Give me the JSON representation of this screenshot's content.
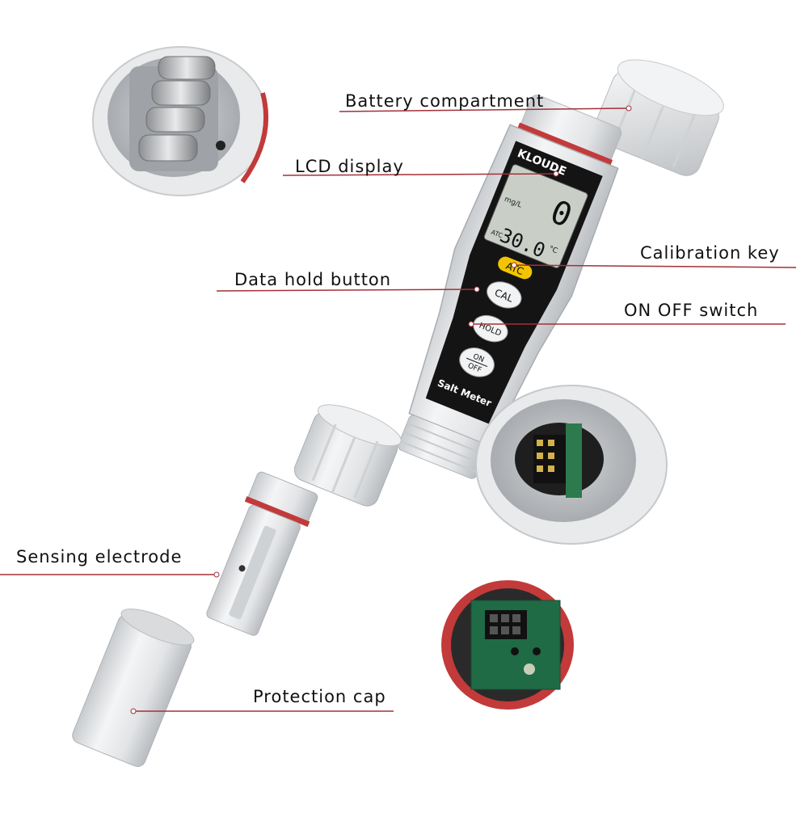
{
  "product": {
    "brand": "KLOUDE",
    "model_label": "Salt Meter",
    "display": {
      "unit": "mg/L",
      "main_reading": "0",
      "atc_label": "ATC",
      "temperature": "30.0",
      "temperature_unit": "°C"
    },
    "buttons": {
      "atc": "ATC",
      "cal": "CAL",
      "hold": "HOLD",
      "on": "ON",
      "off": "OFF"
    }
  },
  "callouts": {
    "battery": "Battery compartment",
    "lcd": "LCD display",
    "calibration": "Calibration key",
    "hold": "Data hold button",
    "onoff": "ON OFF switch",
    "electrode": "Sensing electrode",
    "cap": "Protection cap"
  },
  "colors": {
    "accent_line": "#a3303a",
    "body_plastic": "#e4e6e8",
    "faceplate": "#141414",
    "lcd_screen": "#c9cfc7",
    "gasket": "#c23a3a",
    "pcb": "#1f6b45"
  }
}
